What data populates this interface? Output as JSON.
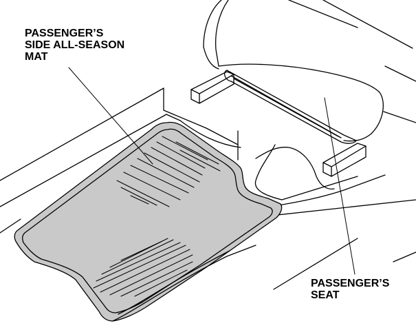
{
  "callouts": {
    "mat": {
      "lines": [
        "PASSENGER’S",
        "SIDE ALL-SEASON",
        "MAT"
      ]
    },
    "seat": {
      "lines": [
        "PASSENGER’S",
        "SEAT"
      ]
    }
  },
  "colors": {
    "line": "#000000",
    "mat_fill": "#c9c9c9",
    "background": "#ffffff"
  }
}
